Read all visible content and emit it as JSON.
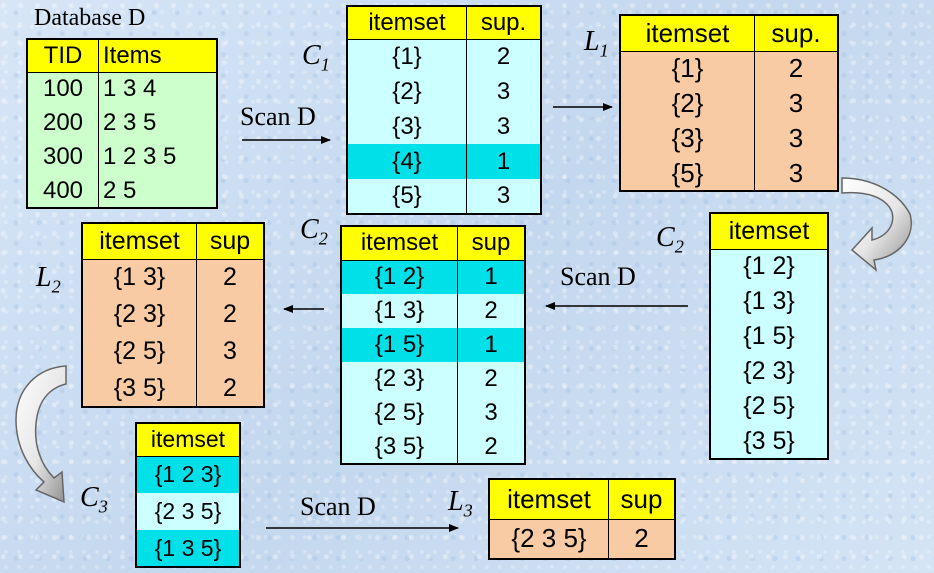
{
  "database": {
    "title": "Database D",
    "headers": [
      "TID",
      "Items"
    ],
    "rows": [
      [
        "100",
        "1 3 4"
      ],
      [
        "200",
        "2 3 5"
      ],
      [
        "300",
        "1 2 3 5"
      ],
      [
        "400",
        "2 5"
      ]
    ]
  },
  "scan_label": "Scan D",
  "c1": {
    "label": "C",
    "sub": "1",
    "headers": [
      "itemset",
      "sup."
    ],
    "rows": [
      [
        "{1}",
        "2"
      ],
      [
        "{2}",
        "3"
      ],
      [
        "{3}",
        "3"
      ],
      [
        "{4}",
        "1"
      ],
      [
        "{5}",
        "3"
      ]
    ]
  },
  "l1": {
    "label": "L",
    "sub": "1",
    "headers": [
      "itemset",
      "sup."
    ],
    "rows": [
      [
        "{1}",
        "2"
      ],
      [
        "{2}",
        "3"
      ],
      [
        "{3}",
        "3"
      ],
      [
        "{5}",
        "3"
      ]
    ]
  },
  "c2_right": {
    "label": "C",
    "sub": "2",
    "headers": [
      "itemset"
    ],
    "rows": [
      "{1 2}",
      "{1 3}",
      "{1 5}",
      "{2 3}",
      "{2 5}",
      "{3 5}"
    ]
  },
  "c2_mid": {
    "label": "C",
    "sub": "2",
    "headers": [
      "itemset",
      "sup"
    ],
    "rows": [
      [
        "{1 2}",
        "1"
      ],
      [
        "{1 3}",
        "2"
      ],
      [
        "{1 5}",
        "1"
      ],
      [
        "{2 3}",
        "2"
      ],
      [
        "{2 5}",
        "3"
      ],
      [
        "{3 5}",
        "2"
      ]
    ]
  },
  "l2": {
    "label": "L",
    "sub": "2",
    "headers": [
      "itemset",
      "sup"
    ],
    "rows": [
      [
        "{1 3}",
        "2"
      ],
      [
        "{2 3}",
        "2"
      ],
      [
        "{2 5}",
        "3"
      ],
      [
        "{3 5}",
        "2"
      ]
    ]
  },
  "c3": {
    "label": "C",
    "sub": "3",
    "headers": [
      "itemset"
    ],
    "rows": [
      "{1 2 3}",
      "{2 3 5}",
      "{1 3 5}"
    ]
  },
  "l3": {
    "label": "L",
    "sub": "3",
    "headers": [
      "itemset",
      "sup"
    ],
    "rows": [
      [
        "{2 3 5}",
        "2"
      ]
    ]
  },
  "colors": {
    "header": "#ffff00",
    "candidate": "#ccffff",
    "pruned_highlight": "#00e0e8",
    "large": "#f8cba4",
    "database": "#ccffcc"
  }
}
